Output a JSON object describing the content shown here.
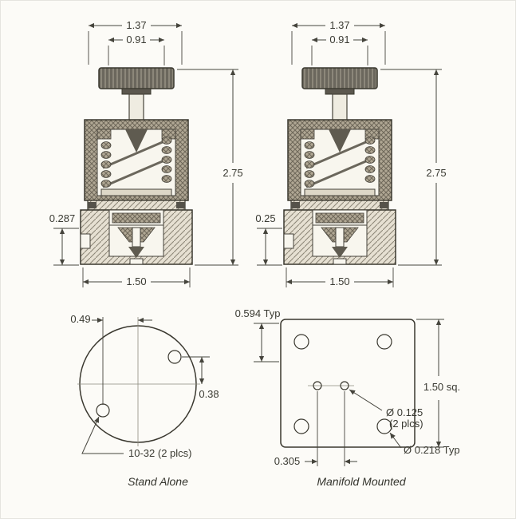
{
  "drawing": {
    "section_views": {
      "stand_alone": {
        "dim_overall_top_width": "1.37",
        "dim_knob_width": "0.91",
        "dim_overall_height": "2.75",
        "dim_port_height": "0.287",
        "dim_base_width": "1.50"
      },
      "manifold": {
        "dim_overall_top_width": "1.37",
        "dim_knob_width": "0.91",
        "dim_overall_height": "2.75",
        "dim_port_height": "0.25",
        "dim_base_width": "1.50"
      }
    },
    "bottom_views": {
      "stand_alone": {
        "dim_hole_offset_horizontal": "0.49",
        "dim_hole_offset_vertical": "0.38",
        "thread_callout": "10-32 (2 plcs)",
        "caption": "Stand Alone"
      },
      "manifold": {
        "dim_hole_edge_offset": "0.594 Typ",
        "dim_body_square": "1.50 sq.",
        "callout_center_holes_line1": "Ø 0.125",
        "callout_center_holes_line2": "(2 plcs)",
        "callout_corner_holes": "Ø 0.218 Typ",
        "dim_center_hole_spacing": "0.305",
        "caption": "Manifold Mounted"
      }
    },
    "colors": {
      "line": "#3a382f",
      "dimension_line": "#45443c",
      "dense_hatch": "#b0a794",
      "light_hatch": "#e6e0d2",
      "metal_dark": "#5f5b50",
      "cavity": "#f8f6ee",
      "background": "#fcfbf7"
    }
  }
}
